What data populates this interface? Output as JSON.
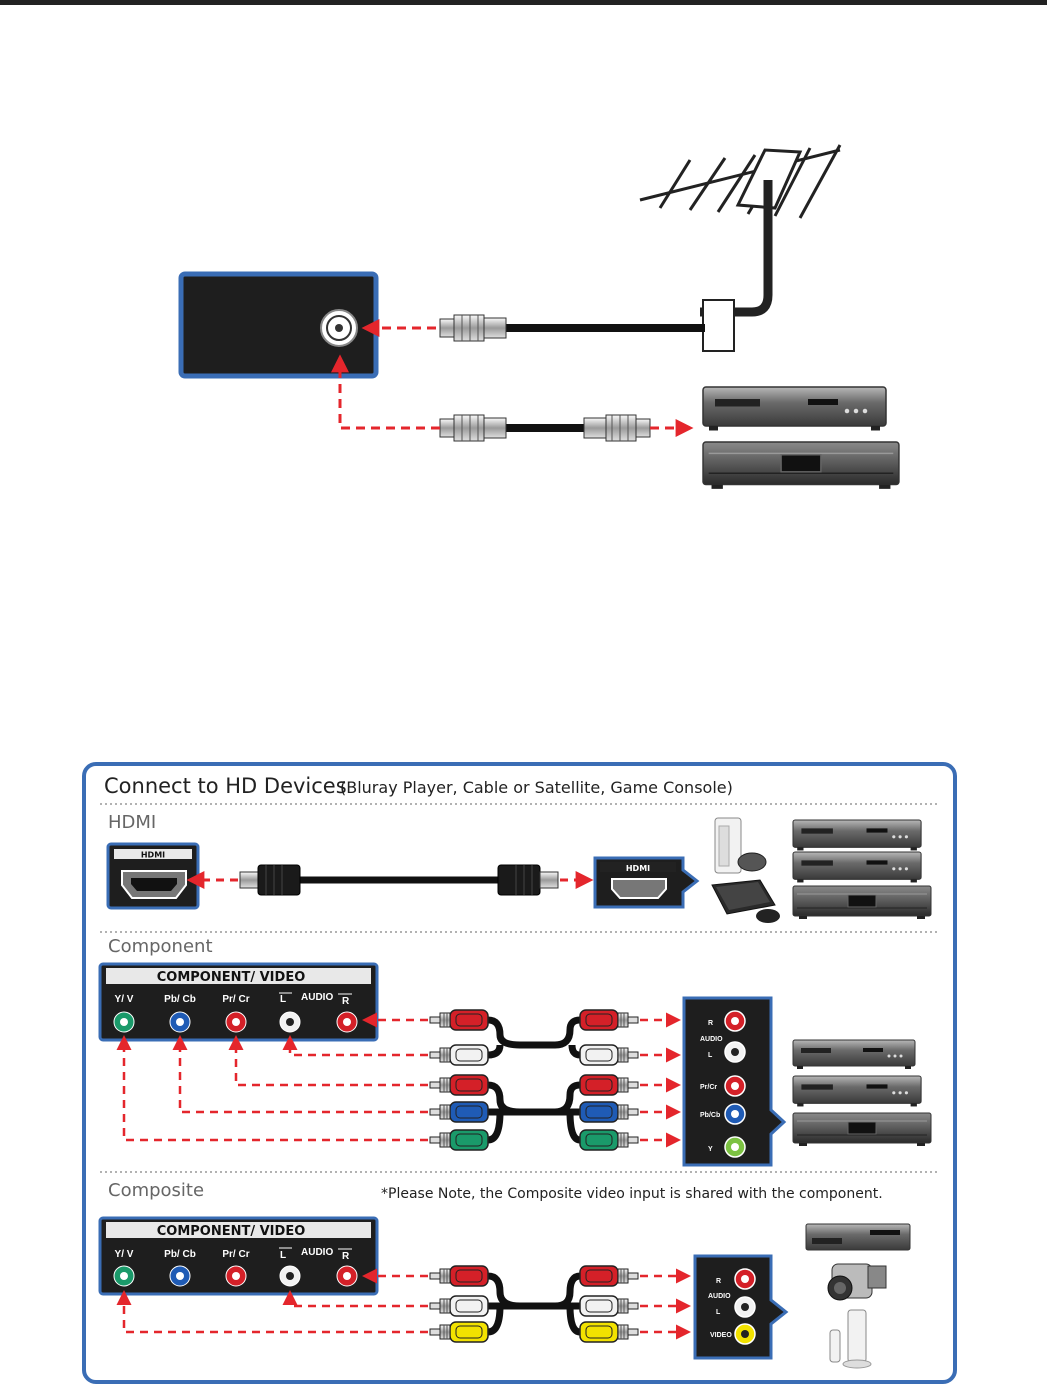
{
  "hd_section": {
    "title": "Connect to HD Devices",
    "subtitle": "(Bluray Player, Cable or Satellite, Game Console)"
  },
  "hdmi_section": {
    "title": "HDMI",
    "port_label": "HDMI",
    "device_port_label": "HDMI"
  },
  "component_section": {
    "title": "Component",
    "panel_title": "COMPONENT/ VIDEO",
    "jack_labels": [
      "Y/ V",
      "Pb/ Cb",
      "Pr/ Cr"
    ],
    "audio_label": "AUDIO",
    "audio_left": "L",
    "audio_right": "R",
    "device_labels": {
      "r": "R",
      "audio": "AUDIO",
      "l": "L",
      "pr": "Pr/Cr",
      "pb": "Pb/Cb",
      "y": "Y"
    }
  },
  "composite_section": {
    "title": "Composite",
    "note": "*Please Note, the Composite video input is shared with the component.",
    "panel_title": "COMPONENT/ VIDEO",
    "jack_labels": [
      "Y/ V",
      "Pb/ Cb",
      "Pr/ Cr"
    ],
    "audio_label": "AUDIO",
    "audio_left": "L",
    "audio_right": "R",
    "device_labels": {
      "r": "R",
      "audio": "AUDIO",
      "l": "L",
      "video": "VIDEO"
    }
  },
  "colors": {
    "frame_blue": "#3a6db5",
    "panel_dark": "#1e1e1e",
    "dash_red": "#e4262c",
    "jack_green": "#1a9a6a",
    "jack_blue": "#1f5bb5",
    "jack_red": "#d42028",
    "jack_white": "#f2f2f2",
    "jack_yellow": "#f2e200"
  },
  "icons": [
    "antenna-icon",
    "coax-plug-icon",
    "hdmi-plug-icon",
    "rca-plug-icon",
    "game-console-icon",
    "bluray-player-icon",
    "cable-box-icon",
    "camcorder-icon",
    "vcr-icon"
  ]
}
